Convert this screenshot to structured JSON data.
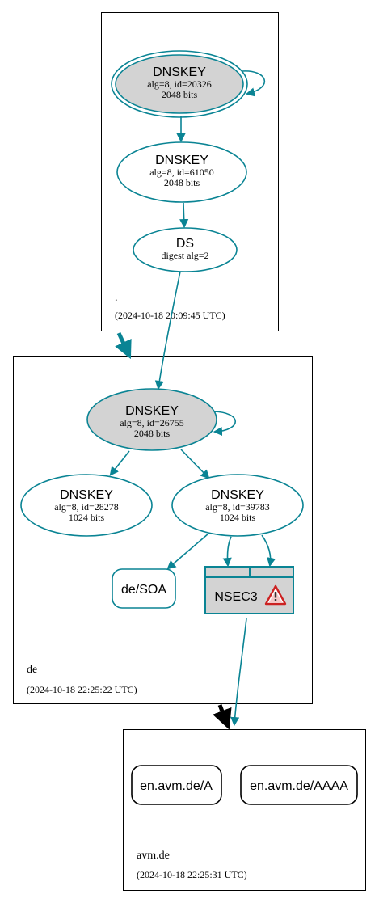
{
  "colors": {
    "teal": "#0a8494",
    "key_fill": "#d3d3d3",
    "box_stroke": "#000000",
    "warning_red": "#cc2222",
    "black_edge": "#000000"
  },
  "zones": {
    "root": {
      "name": ".",
      "timestamp": "(2024-10-18 20:09:45 UTC)"
    },
    "de": {
      "name": "de",
      "timestamp": "(2024-10-18 22:25:22 UTC)"
    },
    "avm": {
      "name": "avm.de",
      "timestamp": "(2024-10-18 22:25:31 UTC)"
    }
  },
  "nodes": {
    "root_ksk": {
      "title": "DNSKEY",
      "line1": "alg=8, id=20326",
      "line2": "2048 bits"
    },
    "root_zsk": {
      "title": "DNSKEY",
      "line1": "alg=8, id=61050",
      "line2": "2048 bits"
    },
    "root_ds": {
      "title": "DS",
      "line1": "digest alg=2"
    },
    "de_ksk": {
      "title": "DNSKEY",
      "line1": "alg=8, id=26755",
      "line2": "2048 bits"
    },
    "de_zsk1": {
      "title": "DNSKEY",
      "line1": "alg=8, id=28278",
      "line2": "1024 bits"
    },
    "de_zsk2": {
      "title": "DNSKEY",
      "line1": "alg=8, id=39783",
      "line2": "1024 bits"
    },
    "de_soa": {
      "label": "de/SOA"
    },
    "nsec3": {
      "label": "NSEC3",
      "icon": "warning-icon"
    },
    "rr_a": {
      "label": "en.avm.de/A"
    },
    "rr_aaaa": {
      "label": "en.avm.de/AAAA"
    }
  }
}
